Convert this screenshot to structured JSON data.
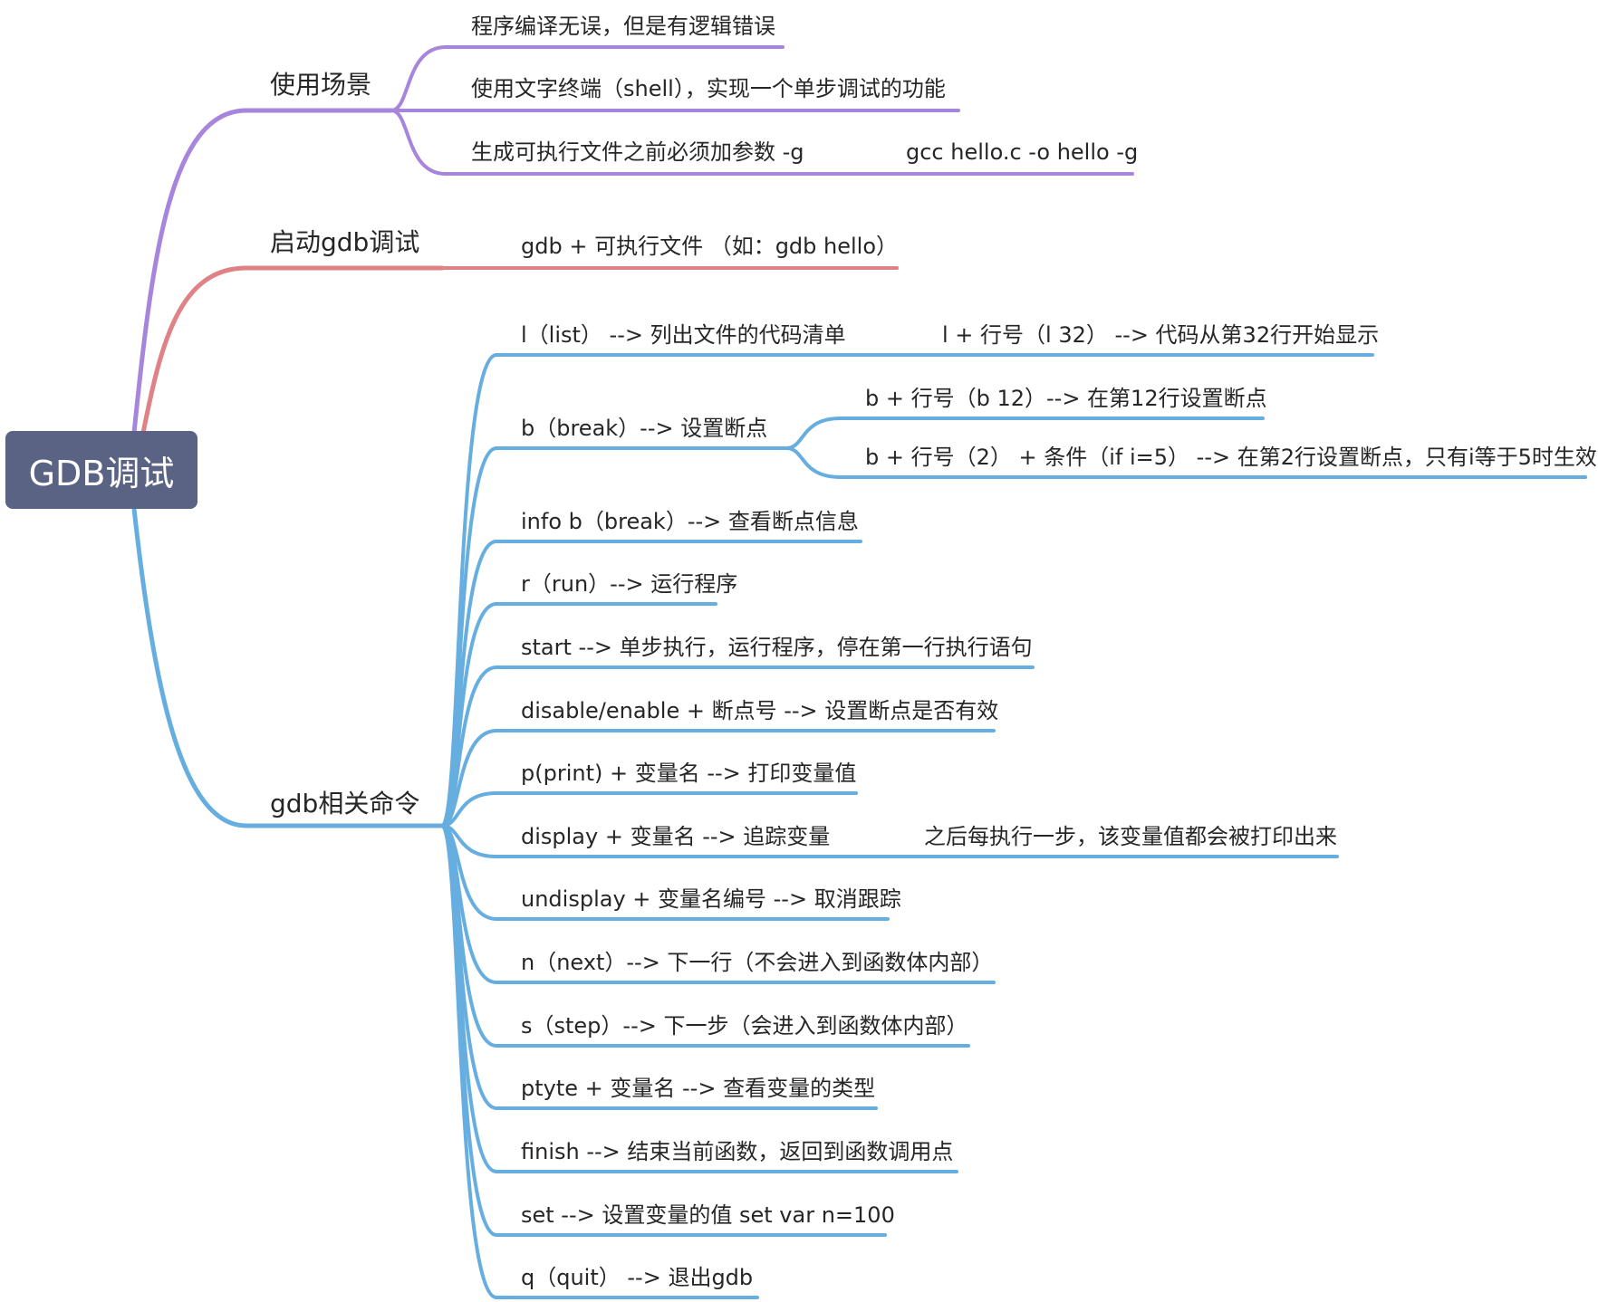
{
  "colors": {
    "root_bg": "#5b6384",
    "scene": "#a785dc",
    "start": "#e08186",
    "commands": "#66aee0",
    "text": "#262626"
  },
  "root": {
    "label": "GDB调试"
  },
  "branches": [
    {
      "id": "scene",
      "label": "使用场景",
      "color": "#a785dc",
      "children": [
        {
          "label": "程序编译无误，但是有逻辑错误"
        },
        {
          "label": "使用文字终端（shell），实现一个单步调试的功能"
        },
        {
          "label": "生成可执行文件之前必须加参数 -g",
          "note": "gcc hello.c -o hello -g"
        }
      ]
    },
    {
      "id": "start",
      "label": "启动gdb调试",
      "color": "#e08186",
      "children": [
        {
          "label": "gdb + 可执行文件 （如：gdb hello）"
        }
      ]
    },
    {
      "id": "commands",
      "label": "gdb相关命令",
      "color": "#66aee0",
      "children": [
        {
          "label": "l（list） --> 列出文件的代码清单",
          "note": "l + 行号（l 32） --> 代码从第32行开始显示"
        },
        {
          "label": "b（break）--> 设置断点",
          "children": [
            {
              "label": "b + 行号（b 12）--> 在第12行设置断点"
            },
            {
              "label": "b + 行号（2） + 条件（if i=5） --> 在第2行设置断点，只有i等于5时生效"
            }
          ]
        },
        {
          "label": "info b（break）--> 查看断点信息"
        },
        {
          "label": "r（run）--> 运行程序"
        },
        {
          "label": "start --> 单步执行，运行程序，停在第一行执行语句"
        },
        {
          "label": "disable/enable + 断点号 --> 设置断点是否有效"
        },
        {
          "label": "p(print) + 变量名 --> 打印变量值"
        },
        {
          "label": "display + 变量名 --> 追踪变量",
          "note": "之后每执行一步，该变量值都会被打印出来"
        },
        {
          "label": "undisplay + 变量名编号 --> 取消跟踪"
        },
        {
          "label": "n（next）--> 下一行（不会进入到函数体内部）"
        },
        {
          "label": "s（step）--> 下一步（会进入到函数体内部）"
        },
        {
          "label": "ptyte + 变量名 --> 查看变量的类型"
        },
        {
          "label": "finish --> 结束当前函数，返回到函数调用点"
        },
        {
          "label": "set --> 设置变量的值 set var n=100"
        },
        {
          "label": "q（quit） --> 退出gdb"
        }
      ]
    }
  ]
}
